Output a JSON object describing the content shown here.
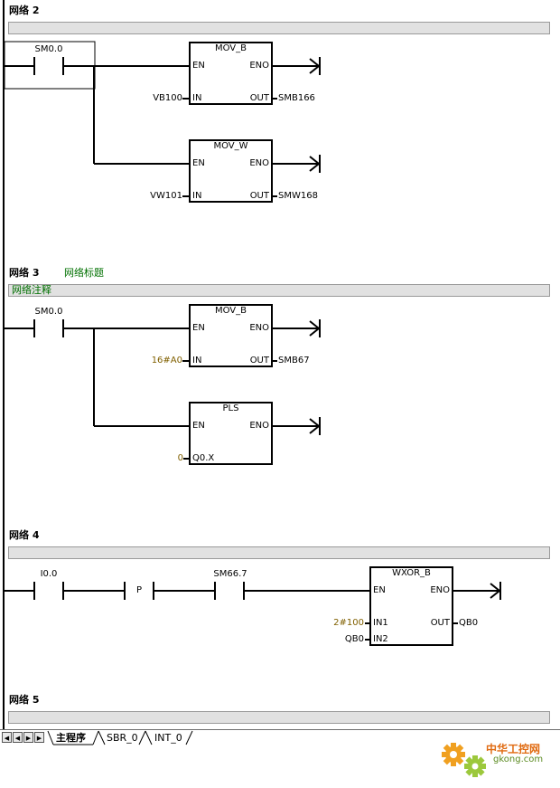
{
  "networks": [
    {
      "header": "网络 2",
      "title": "",
      "comment": "",
      "contact": "SM0.0",
      "boxes": [
        {
          "name": "MOV_B",
          "in_pins": [
            "EN",
            "IN"
          ],
          "out_pins": [
            "ENO",
            "OUT"
          ],
          "in_operand": "VB100",
          "out_operand": "SMB166"
        },
        {
          "name": "MOV_W",
          "in_pins": [
            "EN",
            "IN"
          ],
          "out_pins": [
            "ENO",
            "OUT"
          ],
          "in_operand": "VW101",
          "out_operand": "SMW168"
        }
      ]
    },
    {
      "header": "网络 3",
      "title": "网络标题",
      "comment": "网络注释",
      "contact": "SM0.0",
      "boxes": [
        {
          "name": "MOV_B",
          "in_pins": [
            "EN",
            "IN"
          ],
          "out_pins": [
            "ENO",
            "OUT"
          ],
          "in_operand": "16#A0",
          "out_operand": "SMB67"
        },
        {
          "name": "PLS",
          "in_pins": [
            "EN",
            "Q0.X"
          ],
          "out_pins": [
            "ENO"
          ],
          "in_operand": "0"
        }
      ]
    },
    {
      "header": "网络 4",
      "title": "",
      "comment": "",
      "contacts": [
        "I0.0",
        "P",
        "SM66.7"
      ],
      "boxes": [
        {
          "name": "WXOR_B",
          "in_pins": [
            "EN",
            "IN1",
            "IN2"
          ],
          "out_pins": [
            "ENO",
            "OUT"
          ],
          "in1_operand": "2#100",
          "in2_operand": "QB0",
          "out_operand": "QB0"
        }
      ]
    },
    {
      "header": "网络 5",
      "title": "",
      "comment": ""
    }
  ],
  "tabs": [
    "主程序",
    "SBR_0",
    "INT_0"
  ],
  "nav_buttons": [
    "first",
    "prev",
    "next",
    "last"
  ],
  "watermark": {
    "text": "中华工控网",
    "url": "gkong.com"
  },
  "colors": {
    "constant_operand": "#806000",
    "title_text": "#007000",
    "comment_bar": "#e1e1e1"
  }
}
